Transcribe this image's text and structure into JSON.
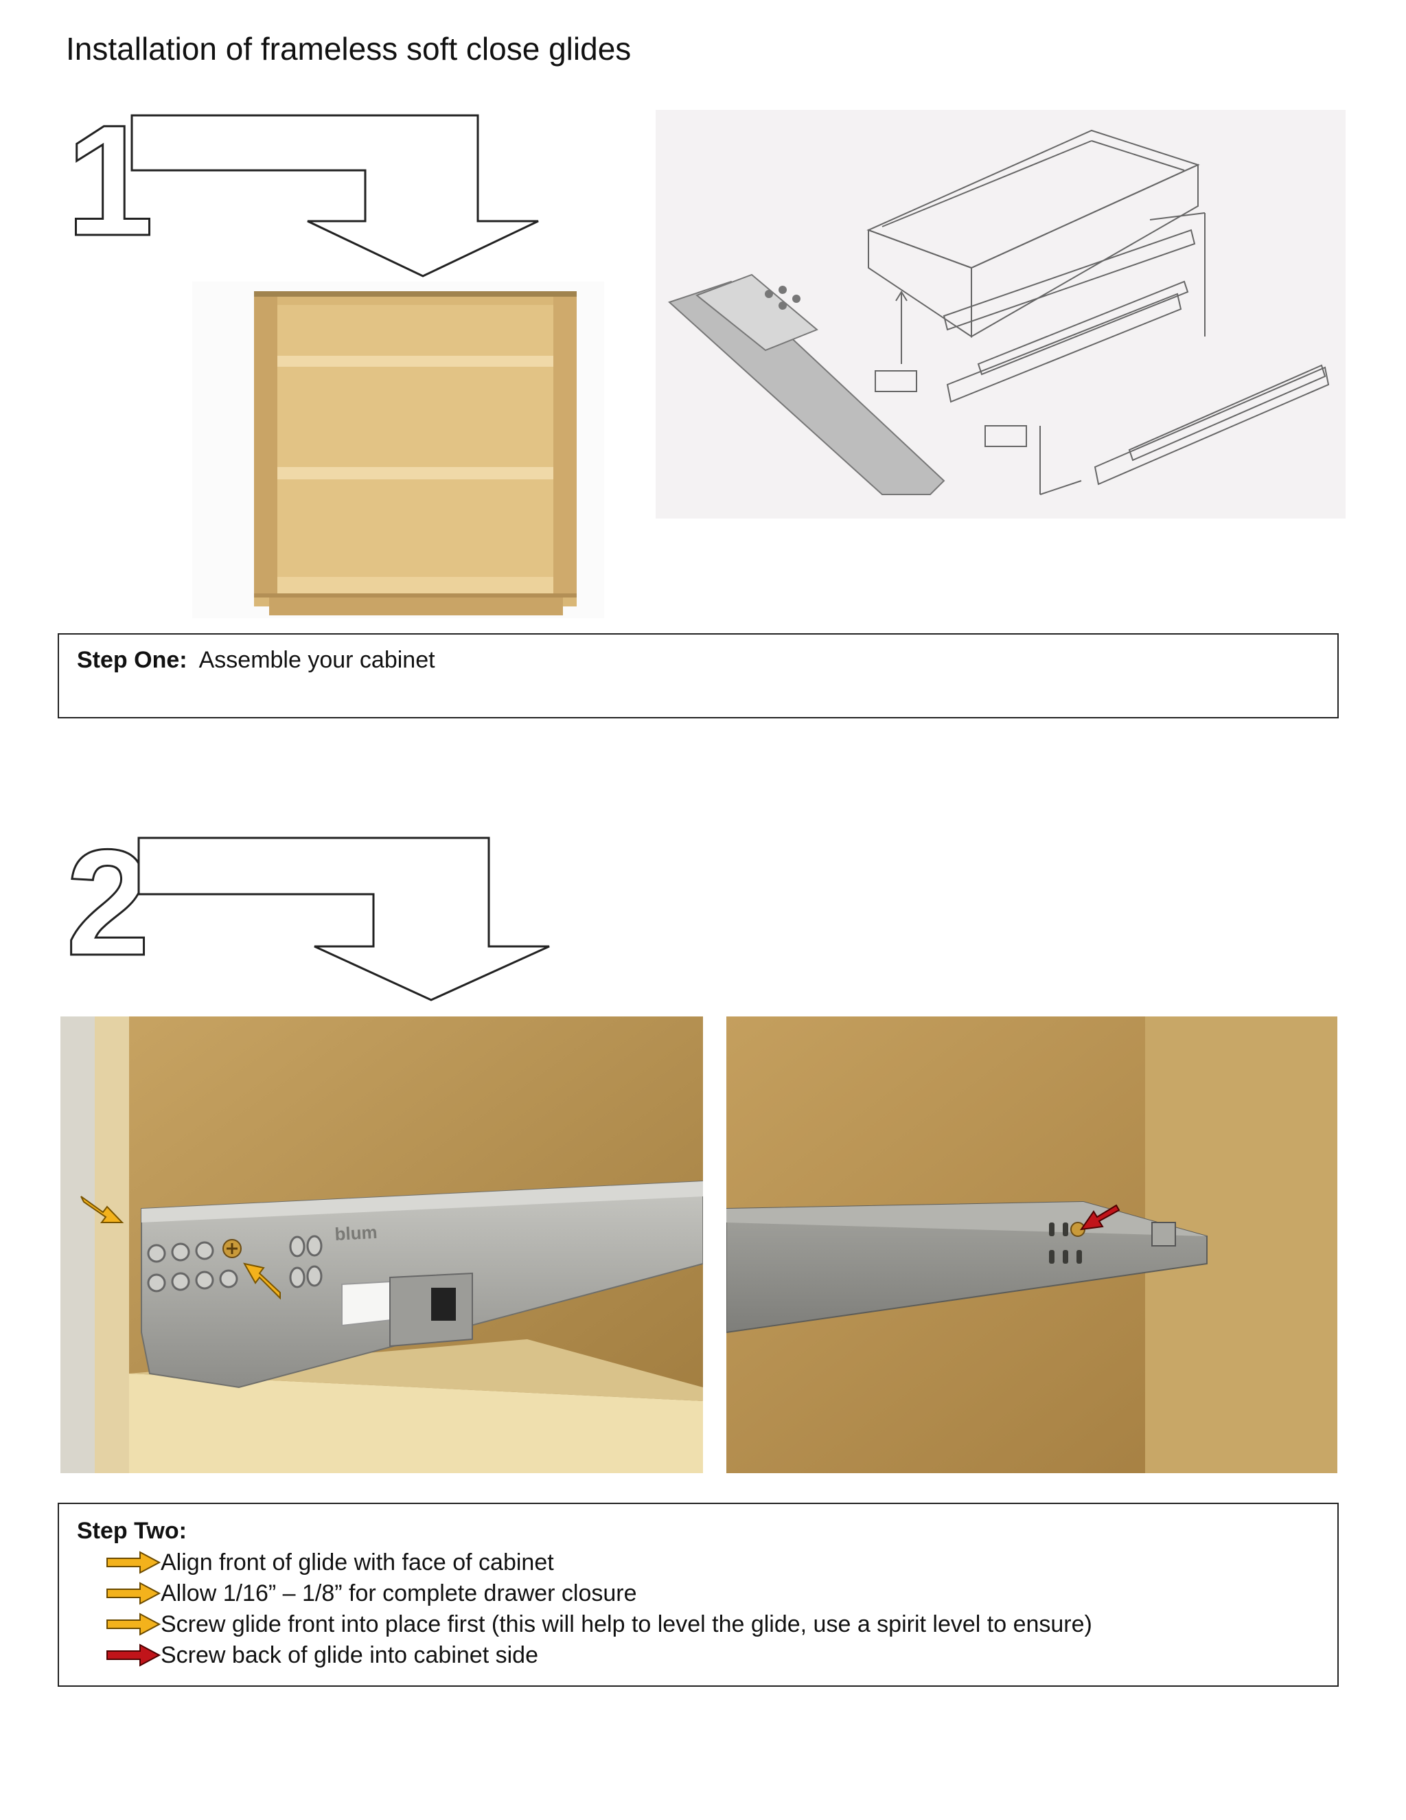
{
  "title": "Installation of frameless soft close glides",
  "steps": [
    {
      "number": "1",
      "label": "Step One:",
      "text": "Assemble your cabinet"
    },
    {
      "number": "2",
      "label": "Step Two:",
      "bullets": [
        {
          "text": "Align front of glide with face of cabinet",
          "arrow": "yellow"
        },
        {
          "text": "Allow 1/16” – 1/8” for complete drawer closure",
          "arrow": "yellow"
        },
        {
          "text": "Screw glide front into place first (this will help to level the glide, use a spirit level to ensure)",
          "arrow": "yellow"
        },
        {
          "text": "Screw back of glide into cabinet side",
          "arrow": "red"
        }
      ]
    }
  ],
  "photo_labels": {
    "glide_brand": "blum"
  },
  "colors": {
    "arrow_yellow": "#f3b21c",
    "arrow_red": "#c0141a",
    "wood": "#d8b878",
    "metal": "#a9a9a4"
  }
}
